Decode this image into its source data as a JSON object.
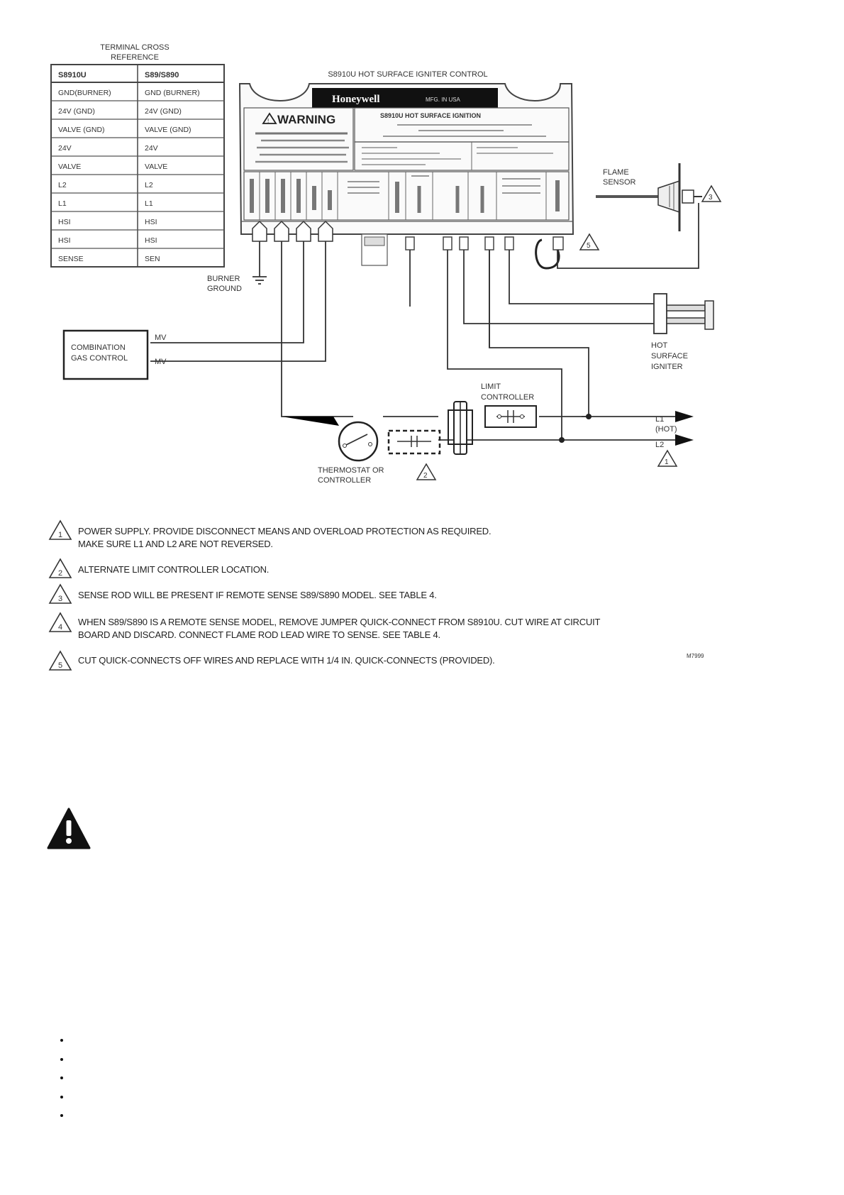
{
  "terminal_cross_reference": {
    "title_line1": "TERMINAL CROSS",
    "title_line2": "REFERENCE",
    "headers": [
      "S8910U",
      "S89/S890"
    ],
    "rows": [
      [
        "GND(BURNER)",
        "GND (BURNER)"
      ],
      [
        "24V (GND)",
        "24V (GND)"
      ],
      [
        "VALVE (GND)",
        "VALVE (GND)"
      ],
      [
        "24V",
        "24V"
      ],
      [
        "VALVE",
        "VALVE"
      ],
      [
        "L2",
        "L2"
      ],
      [
        "L1",
        "L1"
      ],
      [
        "HSI",
        "HSI"
      ],
      [
        "HSI",
        "HSI"
      ],
      [
        "SENSE",
        "SEN"
      ]
    ]
  },
  "control": {
    "title": "S8910U HOT SURFACE IGNITER CONTROL",
    "brand": "Honeywell",
    "model_tag": "MFG. IN USA",
    "warning_title": "WARNING",
    "product_name": "S8910U HOT SURFACE IGNITION"
  },
  "labels": {
    "flame_sensor_1": "FLAME",
    "flame_sensor_2": "SENSOR",
    "burner_ground_1": "BURNER",
    "burner_ground_2": "GROUND",
    "combo_gas_1": "COMBINATION",
    "combo_gas_2": "GAS CONTROL",
    "mv_upper": "MV",
    "mv_lower": "MV",
    "hsi_1": "HOT",
    "hsi_2": "SURFACE",
    "hsi_3": "IGNITER",
    "limit_1": "LIMIT",
    "limit_2": "CONTROLLER",
    "l1": "L1",
    "l1_hot": "(HOT)",
    "l2": "L2",
    "thermostat_1": "THERMOSTAT OR",
    "thermostat_2": "CONTROLLER",
    "figure_id": "M7999"
  },
  "notes": [
    {
      "num": "1",
      "line1": "POWER SUPPLY. PROVIDE DISCONNECT MEANS AND OVERLOAD PROTECTION AS REQUIRED.",
      "line2": "MAKE SURE L1 AND L2 ARE NOT REVERSED."
    },
    {
      "num": "2",
      "line1": "ALTERNATE LIMIT CONTROLLER LOCATION.",
      "line2": ""
    },
    {
      "num": "3",
      "line1": "SENSE ROD WILL BE PRESENT IF REMOTE SENSE S89/S890 MODEL. SEE TABLE 4.",
      "line2": ""
    },
    {
      "num": "4",
      "line1": "WHEN S89/S890 IS A REMOTE SENSE MODEL, REMOVE JUMPER QUICK-CONNECT FROM S8910U. CUT WIRE AT CIRCUIT",
      "line2": "BOARD AND DISCARD. CONNECT FLAME ROD LEAD WIRE TO SENSE. SEE TABLE 4."
    },
    {
      "num": "5",
      "line1": "CUT QUICK-CONNECTS OFF WIRES AND REPLACE WITH 1/4 IN. QUICK-CONNECTS (PROVIDED).",
      "line2": ""
    }
  ],
  "bullets": [
    "",
    "",
    "",
    "",
    ""
  ]
}
